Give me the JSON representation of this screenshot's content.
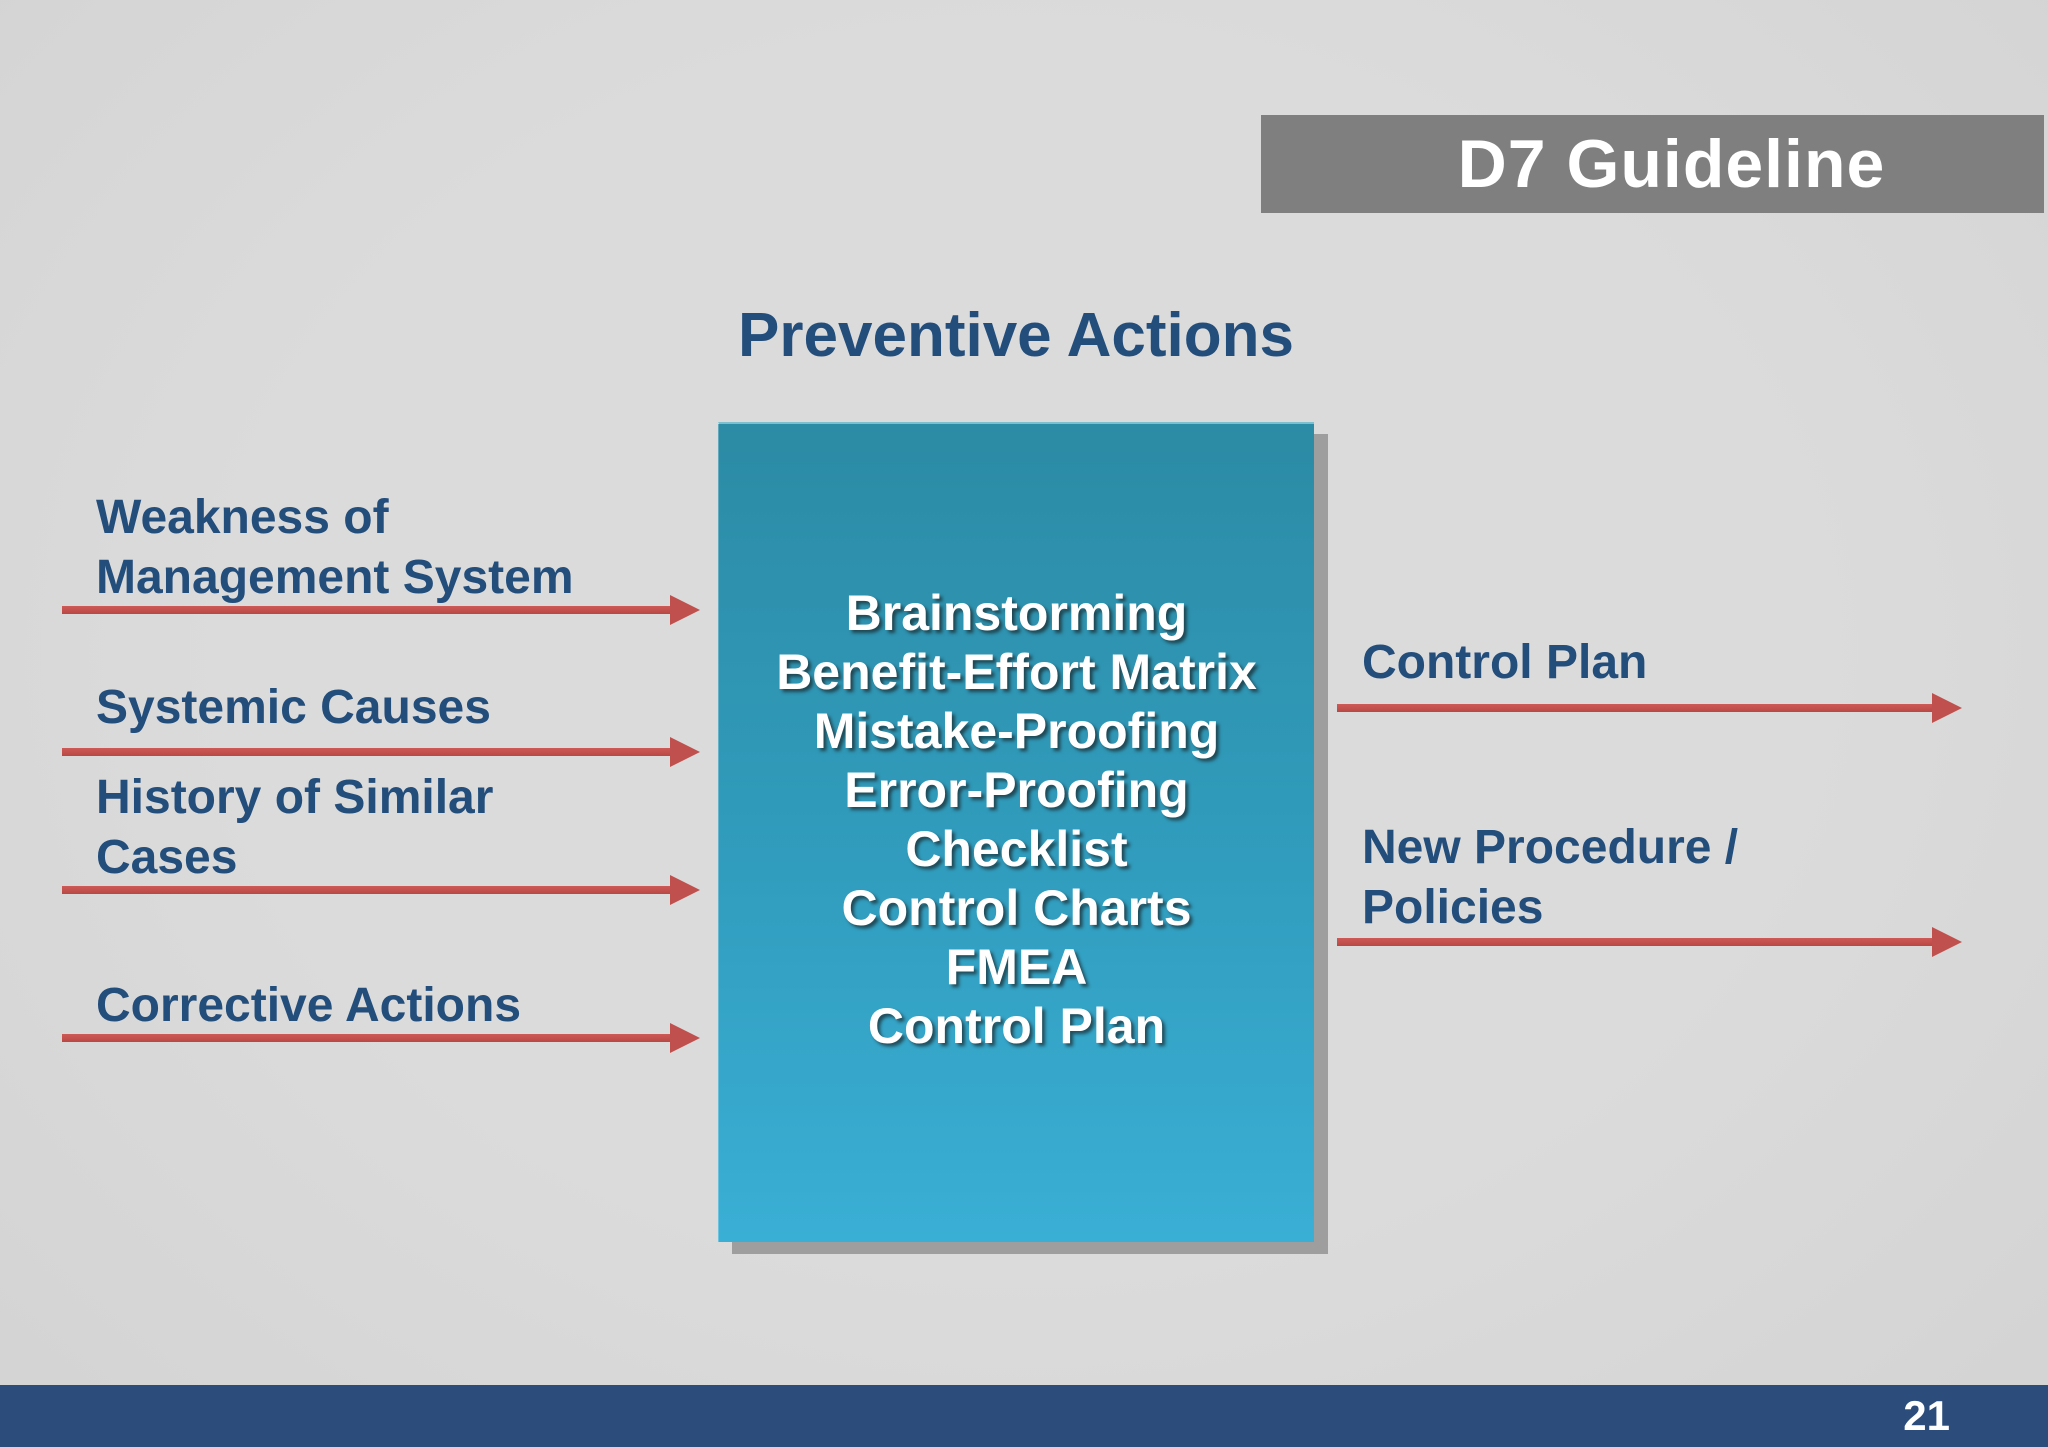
{
  "slide": {
    "banner_title": "D7 Guideline",
    "heading": "Preventive Actions",
    "page_number": "21"
  },
  "center_box": {
    "items": [
      "Brainstorming",
      "Benefit-Effort Matrix",
      "Mistake-Proofing",
      "Error-Proofing",
      "Checklist",
      "Control Charts",
      "FMEA",
      "Control Plan"
    ]
  },
  "left_inputs": [
    {
      "line1": "Weakness of",
      "line2": "Management System"
    },
    {
      "line1": "Systemic Causes",
      "line2": ""
    },
    {
      "line1": "History of Similar",
      "line2": "Cases"
    },
    {
      "line1": "Corrective Actions",
      "line2": ""
    }
  ],
  "right_outputs": [
    {
      "line1": "Control Plan",
      "line2": ""
    },
    {
      "line1": "New Procedure /",
      "line2": "Policies"
    }
  ],
  "colors": {
    "background": "#D8D8D8",
    "banner_gray": "#7F7F7F",
    "navy_text": "#234E7C",
    "arrow_red": "#C0504D",
    "box_gradient_top": "#2C8BA5",
    "box_gradient_bottom": "#3AAFD5",
    "box_text": "#FFFFFF",
    "footer_navy": "#2C4D7C"
  }
}
